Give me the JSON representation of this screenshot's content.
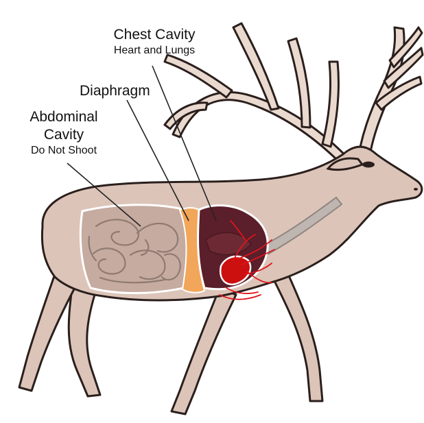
{
  "labels": {
    "chest_cavity": {
      "title": "Chest Cavity",
      "subtitle": "Heart and Lungs"
    },
    "diaphragm": {
      "title": "Diaphragm"
    },
    "abdominal_cavity": {
      "title_line1": "Abdominal",
      "title_line2": "Cavity",
      "subtitle": "Do Not Shoot"
    }
  },
  "colors": {
    "body_fill": "#dcc4b8",
    "outline": "#2a1f1c",
    "antler_fill": "#ead9cf",
    "viscera_fill": "#c6aba0",
    "intestine_stroke": "#8f7a72",
    "lung_fill": "#5a1f2a",
    "heart_fill": "#cc0f0f",
    "diaphragm_fill": "#f2a65a",
    "vessel_stroke": "#e0141c",
    "trachea_fill": "#bfb6b2",
    "leader_line": "#222222"
  }
}
